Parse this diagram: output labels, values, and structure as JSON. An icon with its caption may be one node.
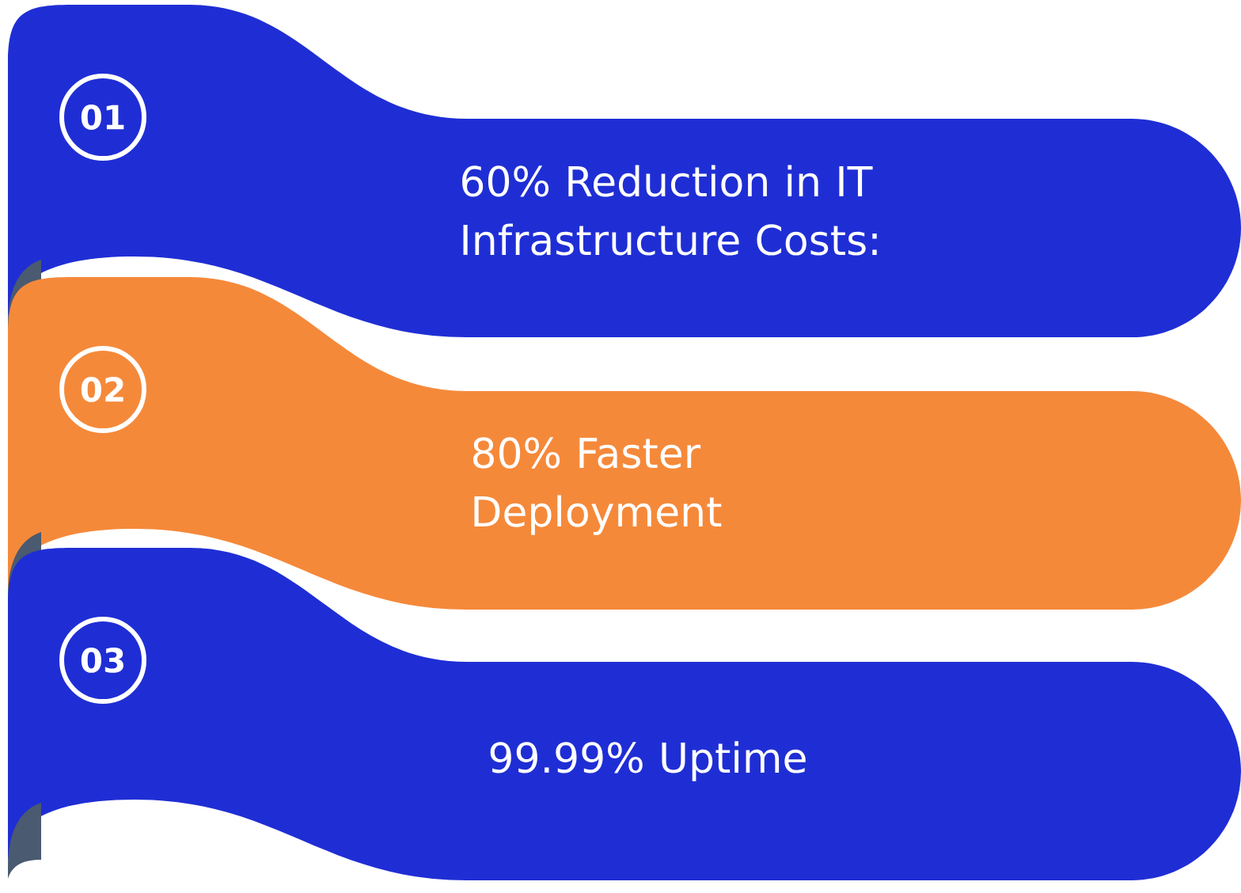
{
  "diagram": {
    "nodes": [
      {
        "text": [
          "60% Reduction in IT Infrastructure Costs:"
        ]
      },
      {
        "text": [
          "01"
        ],
        "in": 0
      },
      {
        "text": [
          "80% Faster Deployment"
        ]
      },
      {
        "text": [
          "02"
        ],
        "in": 2
      },
      {
        "text": [
          "99.99% Uptime"
        ]
      },
      {
        "text": [
          "03"
        ],
        "in": 4
      }
    ],
    "edges": []
  }
}
